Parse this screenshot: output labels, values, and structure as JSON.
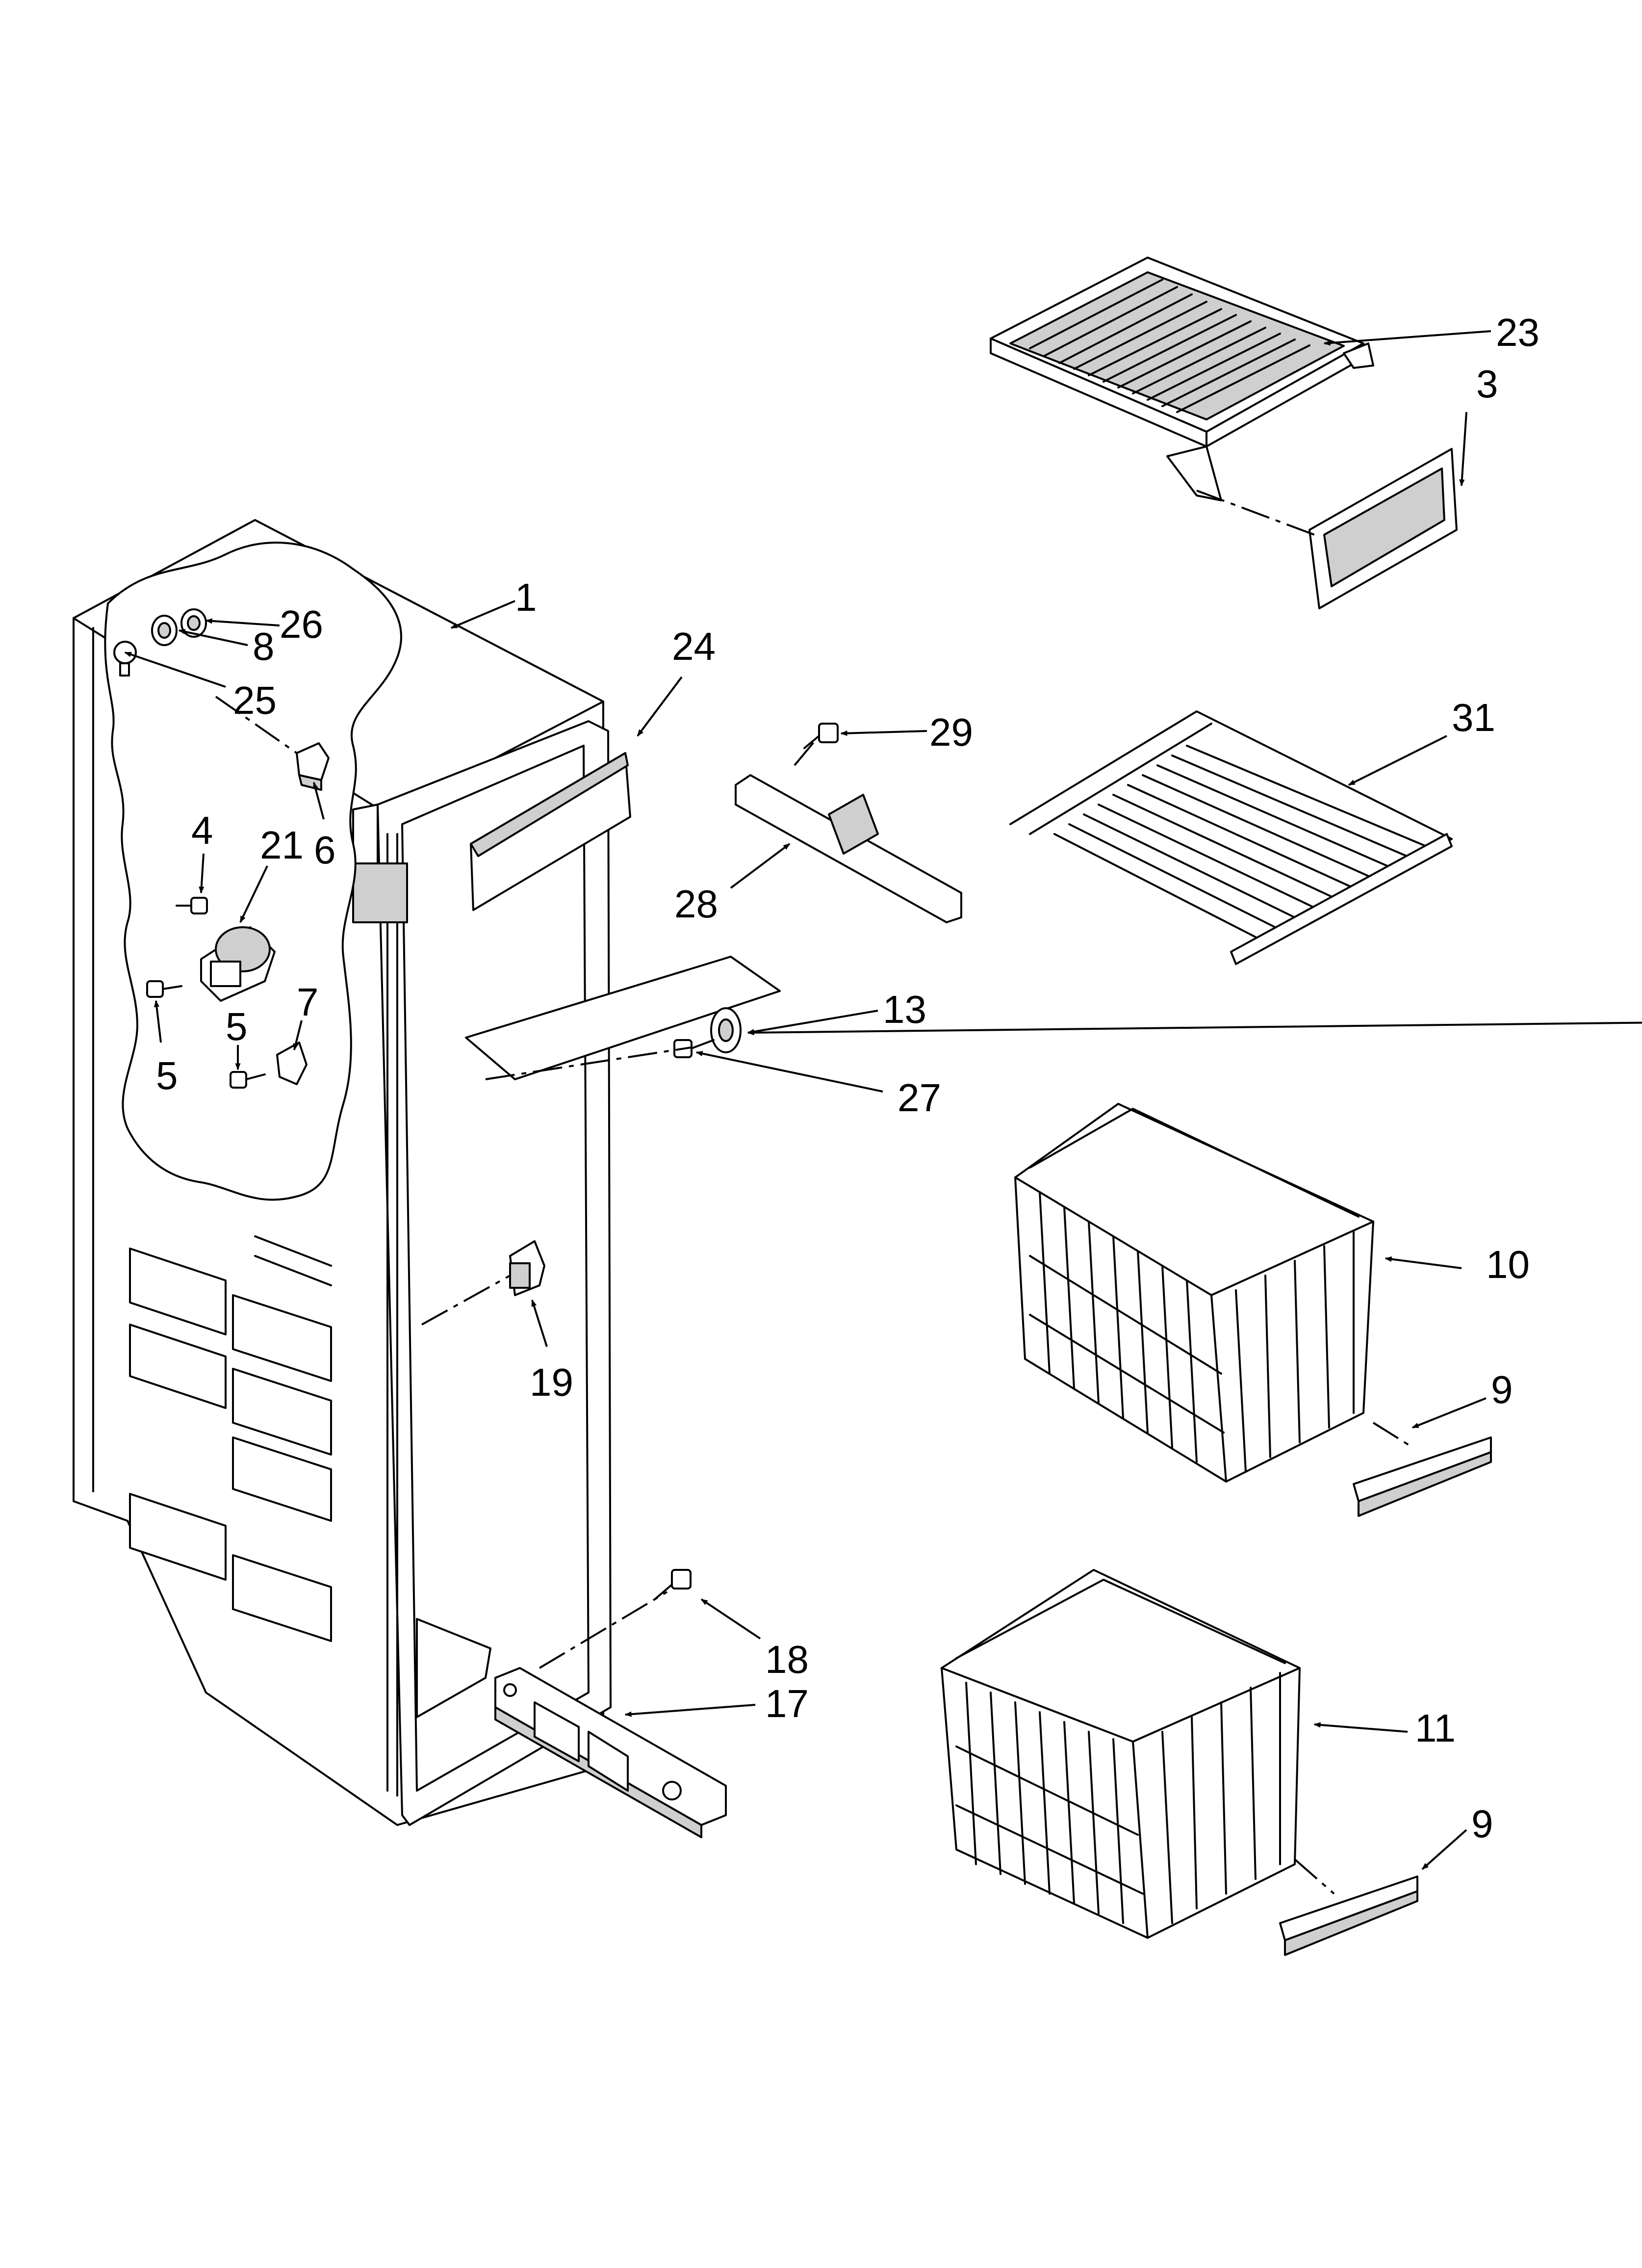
{
  "callouts": {
    "c1": "1",
    "c3": "3",
    "c4": "4",
    "c5a": "5",
    "c5b": "5",
    "c6": "6",
    "c7": "7",
    "c8": "8",
    "c9a": "9",
    "c9b": "9",
    "c10": "10",
    "c11": "11",
    "c13": "13",
    "c17": "17",
    "c18": "18",
    "c19": "19",
    "c21": "21",
    "c23": "23",
    "c24": "24",
    "c25": "25",
    "c26": "26",
    "c27": "27",
    "c28": "28",
    "c29": "29",
    "c31": "31"
  }
}
